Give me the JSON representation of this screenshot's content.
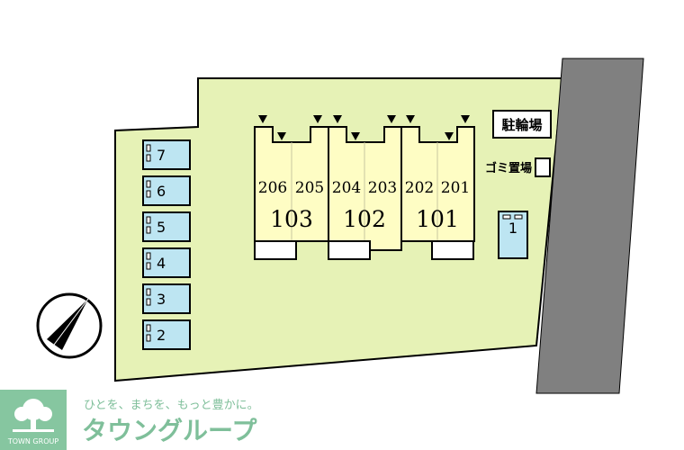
{
  "site": {
    "lot_color": "#e6f2b6",
    "road_color": "#808080",
    "unit_fill": "#fefdc4",
    "parking_fill": "#bde5f2"
  },
  "buildings": [
    {
      "label": "103",
      "units": [
        "206",
        "205"
      ]
    },
    {
      "label": "102",
      "units": [
        "204",
        "203"
      ]
    },
    {
      "label": "101",
      "units": [
        "202",
        "201"
      ]
    }
  ],
  "parking": [
    {
      "label": "7"
    },
    {
      "label": "6"
    },
    {
      "label": "5"
    },
    {
      "label": "4"
    },
    {
      "label": "3"
    },
    {
      "label": "2"
    }
  ],
  "parking_right": {
    "label": "1"
  },
  "bicycle_parking": {
    "label": "駐輪場"
  },
  "garbage_area": {
    "label": "ゴミ置場"
  },
  "compass": {
    "icon": "north-arrow-icon"
  },
  "footer": {
    "logo_text": "TOWN GROUP",
    "tagline": "ひとを、まちを、もっと豊かに。",
    "brand": "タウングループ",
    "brand_color": "#7fbf9a"
  }
}
